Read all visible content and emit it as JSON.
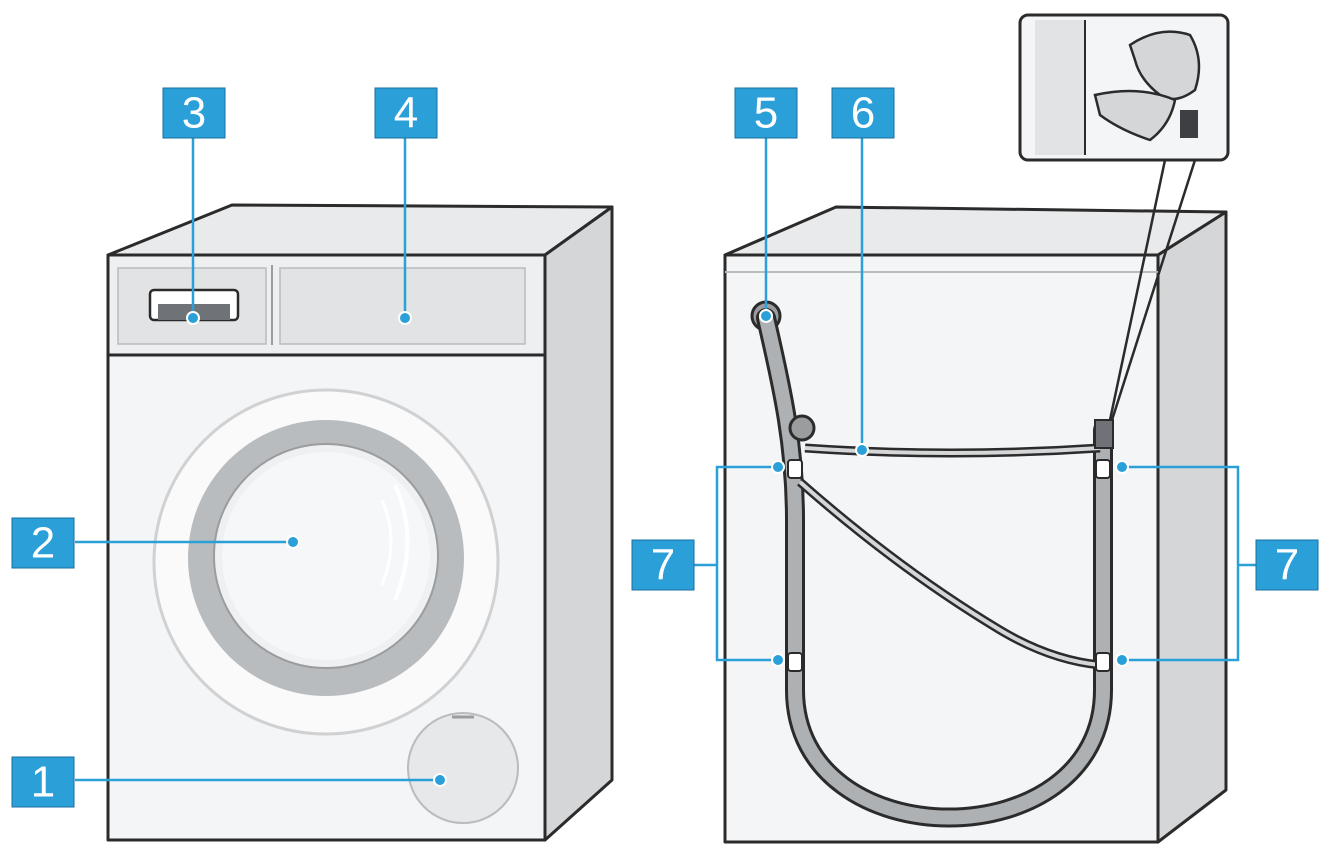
{
  "callouts": {
    "c1": "1",
    "c2": "2",
    "c3": "3",
    "c4": "4",
    "c5": "5",
    "c6": "6",
    "c7_left": "7",
    "c7_right": "7"
  },
  "colors": {
    "callout_fill": "#2a9fd8",
    "callout_text": "#ffffff",
    "leader_line": "#2a9fd8",
    "appliance_body": "#f4f5f6",
    "appliance_outline": "#2b2b2b",
    "door_ring": "#b9bcbf"
  },
  "icons": {
    "washer_front": "washing-machine-front-illustration",
    "washer_back": "washing-machine-back-illustration",
    "inset": "hose-clip-detail-inset"
  }
}
